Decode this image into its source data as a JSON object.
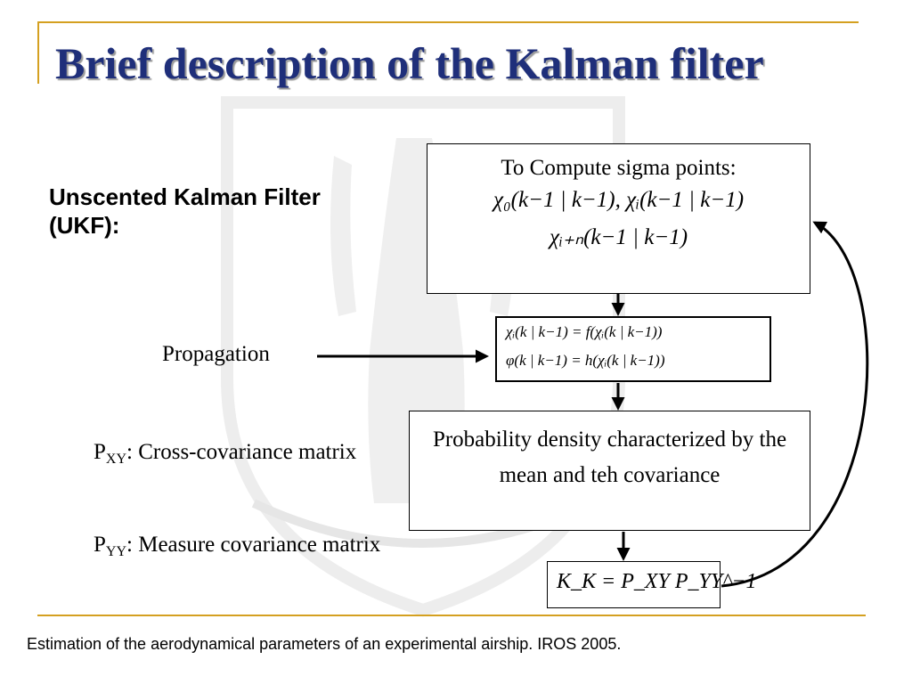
{
  "slide": {
    "title": "Brief description of the Kalman filter",
    "subtitle": "Unscented Kalman Filter (UKF):",
    "accent_color": "#d4a020",
    "title_color": "#1f2f7a"
  },
  "labels": {
    "propagation": "Propagation",
    "pxy_symbol": "P",
    "pxy_subscript": "XY",
    "pxy_text": ":   Cross-covariance matrix",
    "pyy_symbol": "P",
    "pyy_subscript": "YY",
    "pyy_text": ":               Measure covariance matrix"
  },
  "boxes": {
    "sigma": {
      "heading": "To Compute sigma points:",
      "eq1": "χ₀(k−1 | k−1),  χᵢ(k−1 | k−1)",
      "eq2": "χᵢ₊ₙ(k−1 | k−1)"
    },
    "propagation": {
      "eq1": "χᵢ(k | k−1) = f(χᵢ(k | k−1))",
      "eq2": "φ(k | k−1) = h(χᵢ(k | k−1))"
    },
    "pdf": {
      "text": "Probability density characterized by the mean and teh covariance"
    },
    "gain": {
      "eq": "K_K = P_XY P_YY^−1"
    }
  },
  "footer": "Estimation of the aerodynamical parameters of an experimental airship. IROS 2005.",
  "icons": {
    "watermark": "university-seal-watermark",
    "arrows": [
      "right-arrow",
      "down-arrow",
      "feedback-arrow"
    ]
  }
}
